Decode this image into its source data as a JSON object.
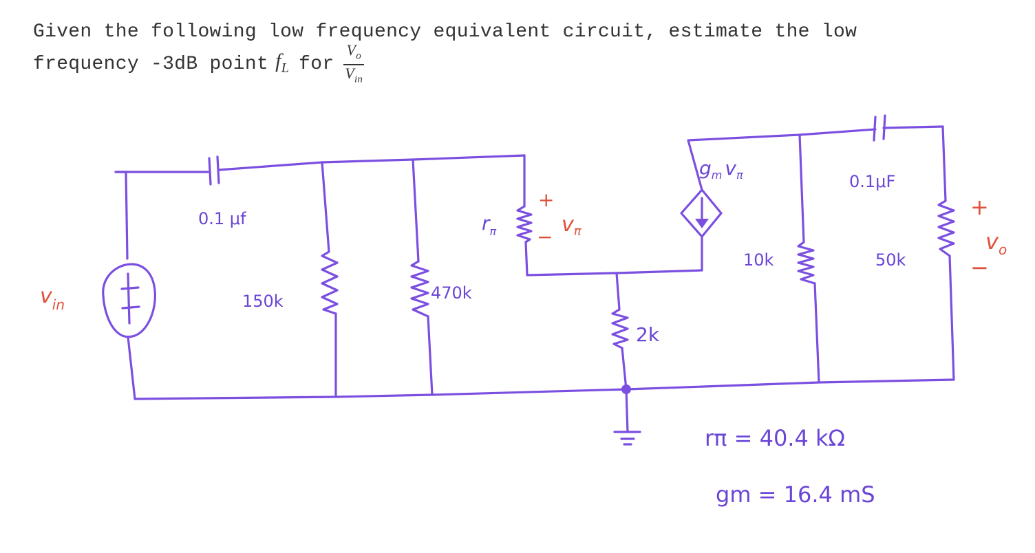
{
  "question": {
    "line1": "Given the following low frequency equivalent circuit, estimate the low",
    "line2_prefix": "frequency -3dB point",
    "symbol_base": "f",
    "symbol_sub": "L",
    "for_word": "for",
    "frac_num_base": "V",
    "frac_num_sub": "o",
    "frac_den_base": "V",
    "frac_den_sub": "in"
  },
  "circuit": {
    "source_label": "v",
    "source_sub": "in",
    "source_sign": "+",
    "cap_in_label": "0.1 μf",
    "r1_label": "150k",
    "r2_label": "470k",
    "rpi_label": "r",
    "rpi_sub": "π",
    "vpi_plus": "+",
    "vpi_minus": "−",
    "vpi_label": "v",
    "vpi_sub": "π",
    "re_label": "2k",
    "gm_label": "g",
    "gm_sub": "m",
    "gm_v": "v",
    "gm_vsub": "π",
    "rc_label": "10k",
    "cap_out_label": "0.1μF",
    "rl_label": "50k",
    "vo_plus": "+",
    "vo_minus": "−",
    "vo_label": "v",
    "vo_sub": "o"
  },
  "given": {
    "rpi_value": "rπ = 40.4 kΩ",
    "gm_value": "gm = 16.4 mS"
  },
  "colors": {
    "wire": "#7b4fe0",
    "annotation_red": "#e0503a",
    "text": "#333333"
  }
}
